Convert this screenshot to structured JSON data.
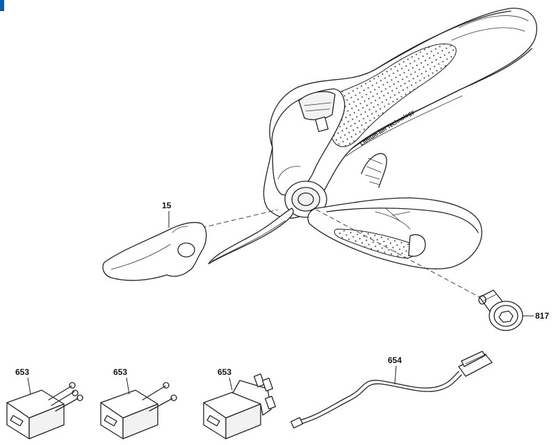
{
  "diagram": {
    "parts": [
      {
        "id": "blade",
        "number": "15"
      },
      {
        "id": "screw",
        "number": "817"
      },
      {
        "id": "charger-eu-1",
        "number": "653"
      },
      {
        "id": "charger-eu-2",
        "number": "653"
      },
      {
        "id": "charger-uk",
        "number": "653"
      },
      {
        "id": "usb-cable",
        "number": "654"
      }
    ],
    "handle_text": "Lithium-Ion Technology"
  },
  "colors": {
    "corner_mark": "#0a5fa8",
    "line": "#222222",
    "background": "#ffffff"
  }
}
